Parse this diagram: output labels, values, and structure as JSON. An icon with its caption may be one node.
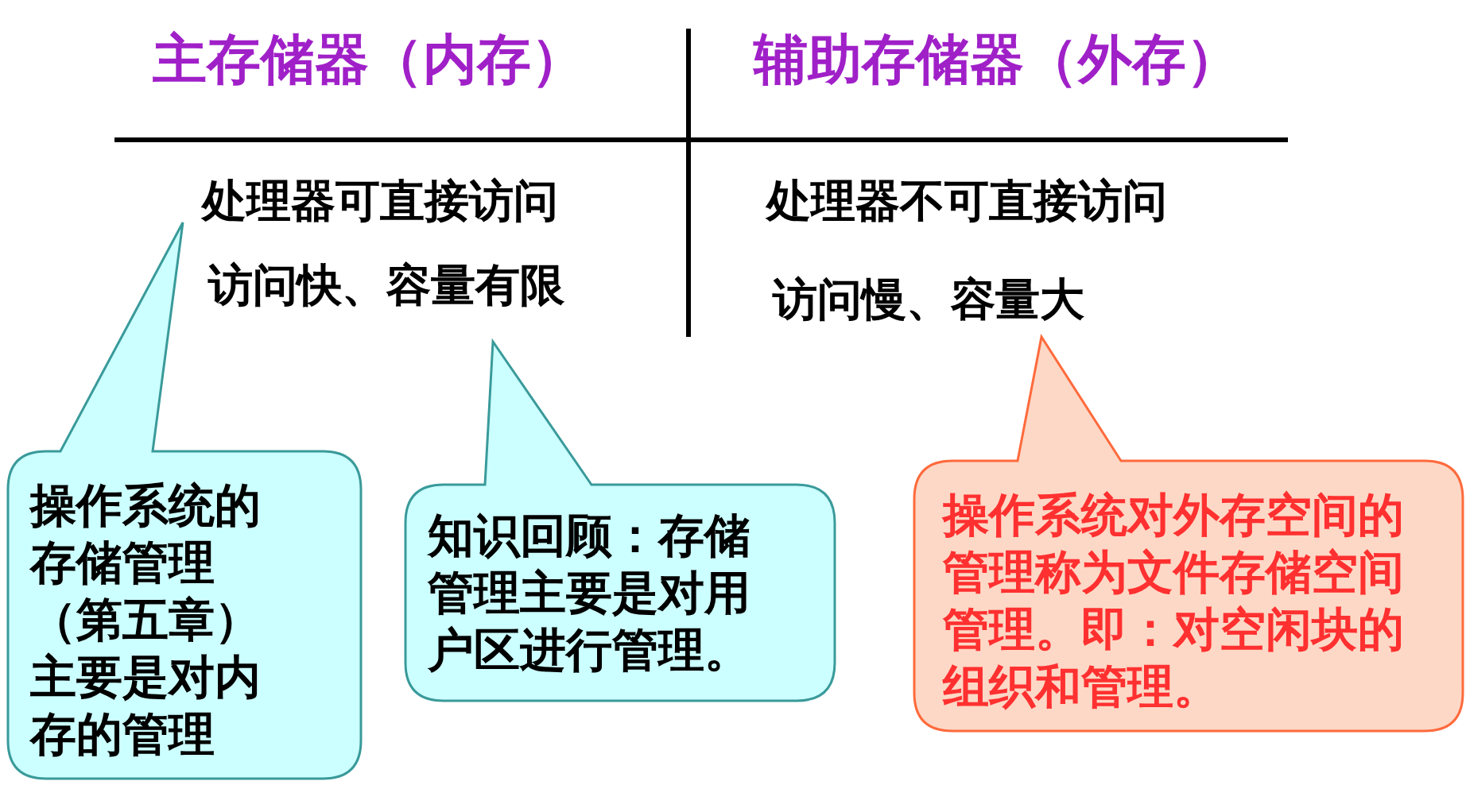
{
  "diagram": {
    "nodes": [
      {
        "text": [
          "操作系统的存储管理（第五章）主要是对内存的管理"
        ]
      },
      {
        "text": [
          "知识回顾：存储管理主要是对用户区进行管理。"
        ]
      },
      {
        "text": [
          "操作系统对外存空间的管理称为文件存储空间管理。即：对空闲块的组织和管理。"
        ]
      }
    ],
    "labels": [
      "主存储器（内存）",
      "辅助存储器（外存）",
      "处理器可直接访问",
      "处理器不可直接访问",
      "访问快、容量有限",
      "访问慢、容量大"
    ]
  }
}
